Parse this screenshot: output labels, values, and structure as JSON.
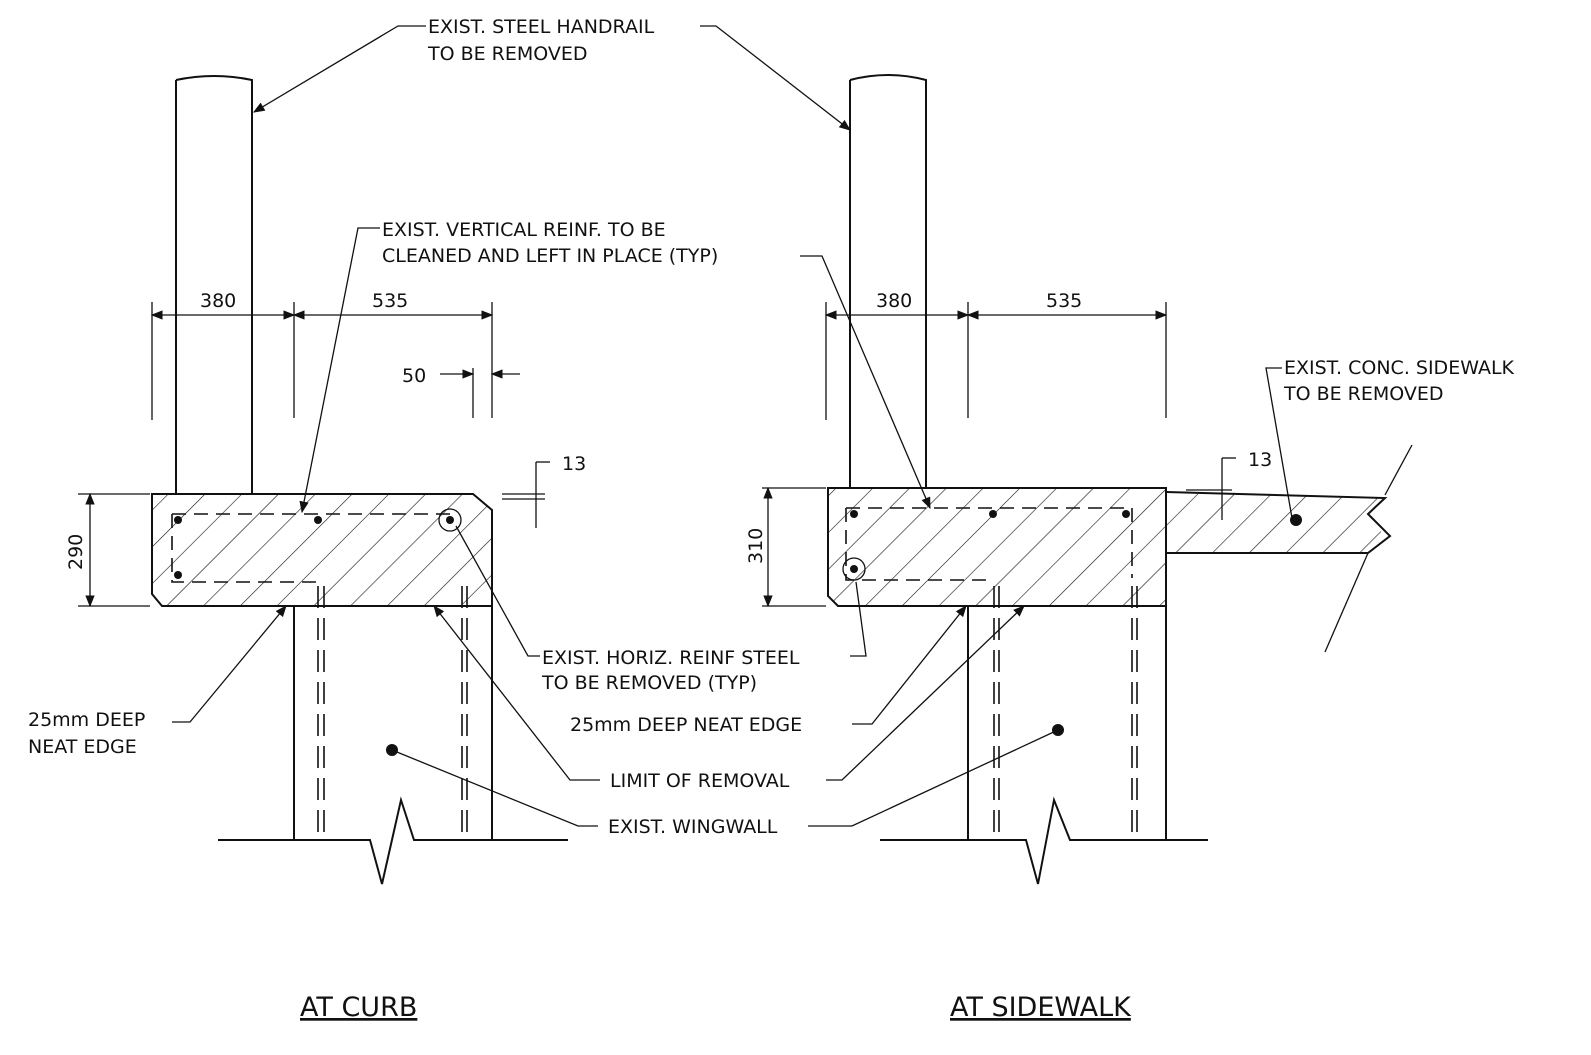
{
  "labels": {
    "handrail_line1": "EXIST. STEEL HANDRAIL",
    "handrail_line2": "TO BE REMOVED",
    "vert_reinf_line1": "EXIST. VERTICAL REINF. TO BE",
    "vert_reinf_line2": "CLEANED AND LEFT IN PLACE (TYP)",
    "sidewalk_line1": "EXIST. CONC. SIDEWALK",
    "sidewalk_line2": "TO BE REMOVED",
    "horiz_reinf_line1": "EXIST. HORIZ. REINF STEEL",
    "horiz_reinf_line2": "TO BE REMOVED (TYP)",
    "neat_edge_left_line1": "25mm DEEP",
    "neat_edge_left_line2": "NEAT EDGE",
    "neat_edge_right": "25mm DEEP NEAT EDGE",
    "limit_of_removal": "LIMIT OF REMOVAL",
    "wingwall": "EXIST. WINGWALL"
  },
  "dimensions": {
    "curb_width_left": "380",
    "curb_width_right": "535",
    "curb_offset": "50",
    "curb_slope": "13",
    "curb_depth": "290",
    "sidewalk_width_left": "380",
    "sidewalk_width_right": "535",
    "sidewalk_slope": "13",
    "sidewalk_depth": "310"
  },
  "titles": {
    "curb": "AT CURB",
    "sidewalk": "AT SIDEWALK"
  }
}
